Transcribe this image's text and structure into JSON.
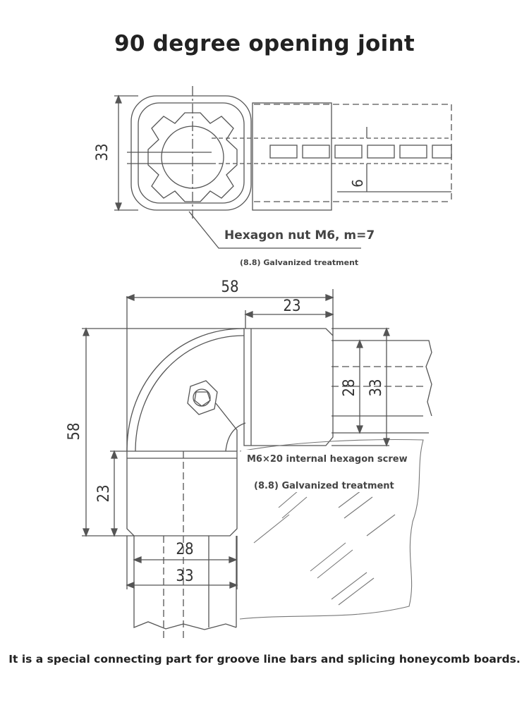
{
  "title": "90 degree opening joint",
  "top_view": {
    "dim_height": "33",
    "dim_slot": "6",
    "nut_label": "Hexagon nut M6, m=7",
    "nut_treatment": "(8.8) Galvanized treatment"
  },
  "side_view": {
    "dim_width_total": "58",
    "dim_socket_length_top": "23",
    "dim_inner_right": "28",
    "dim_outer_right": "33",
    "dim_height_total": "58",
    "dim_socket_length_left": "23",
    "dim_inner_bottom": "28",
    "dim_outer_bottom": "33",
    "screw_label": "M6×20 internal hexagon screw",
    "screw_treatment": "(8.8) Galvanized treatment"
  },
  "caption": "It is a special connecting part for groove line bars and splicing honeycomb boards."
}
